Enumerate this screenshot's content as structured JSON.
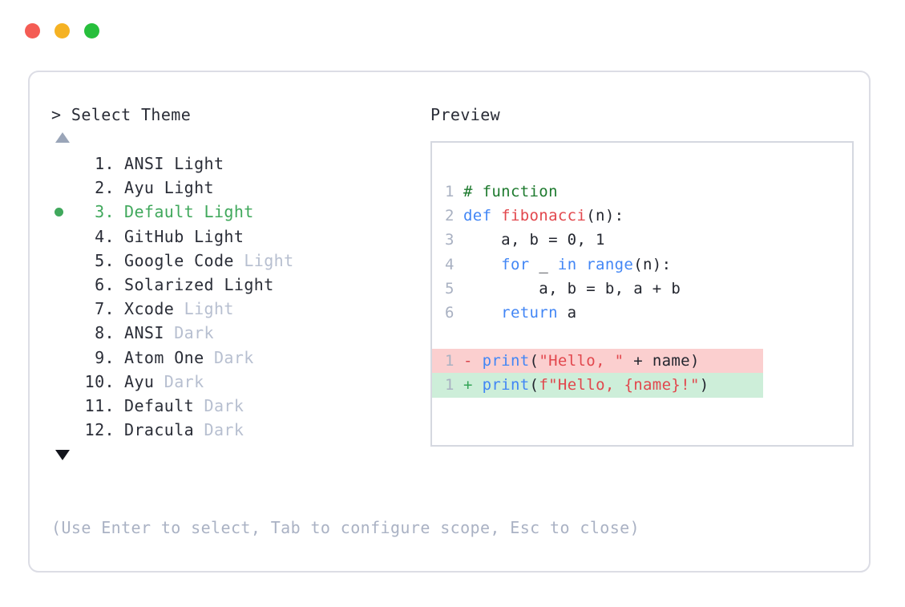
{
  "window": {
    "traffic_lights": [
      {
        "name": "close",
        "color": "#f45c54"
      },
      {
        "name": "minimize",
        "color": "#f5b223"
      },
      {
        "name": "zoom",
        "color": "#27bf3c"
      }
    ]
  },
  "picker": {
    "prompt": "> Select Theme",
    "scroll_up_icon": "triangle-up-icon",
    "scroll_down_icon": "triangle-down-icon",
    "selected_index": 3,
    "selected_color": "#40a85c",
    "items": [
      {
        "index": " 1.",
        "name": "ANSI",
        "variant": "Light",
        "variant_muted": false,
        "selected": false
      },
      {
        "index": " 2.",
        "name": "Ayu",
        "variant": "Light",
        "variant_muted": false,
        "selected": false
      },
      {
        "index": " 3.",
        "name": "Default",
        "variant": "Light",
        "variant_muted": false,
        "selected": true
      },
      {
        "index": " 4.",
        "name": "GitHub",
        "variant": "Light",
        "variant_muted": false,
        "selected": false
      },
      {
        "index": " 5.",
        "name": "Google Code",
        "variant": "Light",
        "variant_muted": true,
        "selected": false
      },
      {
        "index": " 6.",
        "name": "Solarized",
        "variant": "Light",
        "variant_muted": false,
        "selected": false
      },
      {
        "index": " 7.",
        "name": "Xcode",
        "variant": "Light",
        "variant_muted": true,
        "selected": false
      },
      {
        "index": " 8.",
        "name": "ANSI",
        "variant": "Dark",
        "variant_muted": true,
        "selected": false
      },
      {
        "index": " 9.",
        "name": "Atom One",
        "variant": "Dark",
        "variant_muted": true,
        "selected": false
      },
      {
        "index": "10.",
        "name": "Ayu",
        "variant": "Dark",
        "variant_muted": true,
        "selected": false
      },
      {
        "index": "11.",
        "name": "Default",
        "variant": "Dark",
        "variant_muted": true,
        "selected": false
      },
      {
        "index": "12.",
        "name": "Dracula",
        "variant": "Dark",
        "variant_muted": true,
        "selected": false
      }
    ],
    "hint": "(Use Enter to select, Tab to configure scope, Esc to close)"
  },
  "preview": {
    "title": "Preview",
    "code_lines": [
      {
        "ln": "1",
        "tokens": [
          {
            "t": "# function",
            "c": "comment"
          }
        ]
      },
      {
        "ln": "2",
        "tokens": [
          {
            "t": "def ",
            "c": "kw"
          },
          {
            "t": "fibonacci",
            "c": "fn"
          },
          {
            "t": "(n):",
            "c": "plain"
          }
        ]
      },
      {
        "ln": "3",
        "tokens": [
          {
            "t": "    a, b = 0, 1",
            "c": "plain"
          }
        ]
      },
      {
        "ln": "4",
        "tokens": [
          {
            "t": "    ",
            "c": "plain"
          },
          {
            "t": "for",
            "c": "kw"
          },
          {
            "t": " _ ",
            "c": "plain"
          },
          {
            "t": "in range",
            "c": "kw"
          },
          {
            "t": "(n):",
            "c": "plain"
          }
        ]
      },
      {
        "ln": "5",
        "tokens": [
          {
            "t": "        a, b = b, a + b",
            "c": "plain"
          }
        ]
      },
      {
        "ln": "6",
        "tokens": [
          {
            "t": "    ",
            "c": "plain"
          },
          {
            "t": "return",
            "c": "kw"
          },
          {
            "t": " a",
            "c": "plain"
          }
        ]
      }
    ],
    "diff_lines": [
      {
        "ln": "1",
        "kind": "del",
        "marker": "-",
        "bg": "#fbcfcf",
        "tokens": [
          {
            "t": "print",
            "c": "kw"
          },
          {
            "t": "(",
            "c": "plain"
          },
          {
            "t": "\"Hello, \"",
            "c": "str"
          },
          {
            "t": " + name)",
            "c": "plain"
          }
        ]
      },
      {
        "ln": "1",
        "kind": "add",
        "marker": "+",
        "bg": "#cdeed9",
        "tokens": [
          {
            "t": "print",
            "c": "kw"
          },
          {
            "t": "(",
            "c": "plain"
          },
          {
            "t": "f\"Hello, {name}!\"",
            "c": "str"
          },
          {
            "t": ")",
            "c": "plain"
          }
        ]
      }
    ]
  }
}
